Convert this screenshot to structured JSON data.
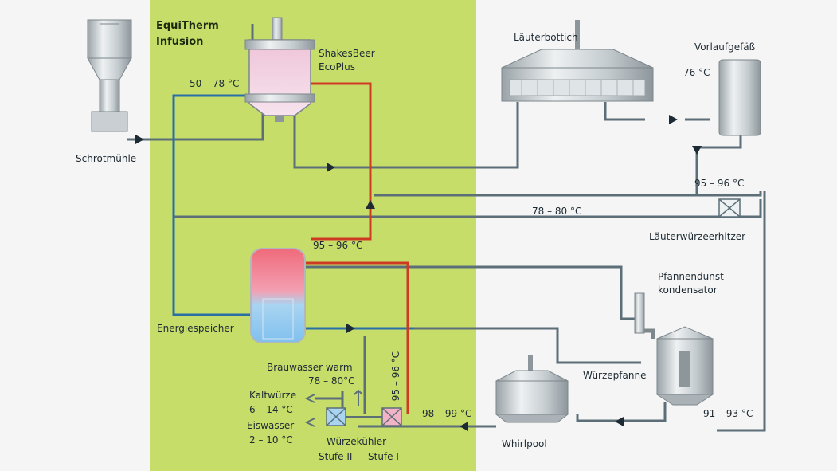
{
  "title": {
    "line1": "EquiTherm",
    "line2": "Infusion"
  },
  "labels": {
    "schrotmuehle": "Schrotmühle",
    "shakesbeer_1": "ShakesBeer",
    "shakesbeer_2": "EcoPlus",
    "temp_mash": "50 – 78 °C",
    "laeuterbottich": "Läuterbottich",
    "vorlauf": "Vorlaufgefäß",
    "temp_vorlauf": "76 °C",
    "temp_heater_top": "95 – 96 °C",
    "temp_return": "78 – 80 °C",
    "laeuterwuerzeerhitzer": "Läuterwürzeerhitzer",
    "temp_storage_top": "95 – 96 °C",
    "energiespeicher": "Energiespeicher",
    "pfannendunst_1": "Pfannendunst-",
    "pfannendunst_2": "kondensator",
    "wuerzepfanne": "Würzepfanne",
    "temp_kettle": "91 – 93 °C",
    "whirlpool": "Whirlpool",
    "temp_whirl": "98 – 99 °C",
    "temp_cooler_vert": "95 – 96 °C",
    "brauwasser_1": "Brauwasser warm",
    "brauwasser_2": "78 – 80°C",
    "kaltwuerze_1": "Kaltwürze",
    "kaltwuerze_2": "6 – 14 °C",
    "eiswasser_1": "Eiswasser",
    "eiswasser_2": "2 – 10 °C",
    "kuehler": "Würzekühler",
    "stufe2": "Stufe II",
    "stufe1": "Stufe I"
  },
  "colors": {
    "band": "#c6dd6a",
    "pipe_grey": "#5c6f78",
    "pipe_blue": "#2a6ea6",
    "pipe_red": "#cf3a22",
    "equipment": "#b8c0c5"
  }
}
